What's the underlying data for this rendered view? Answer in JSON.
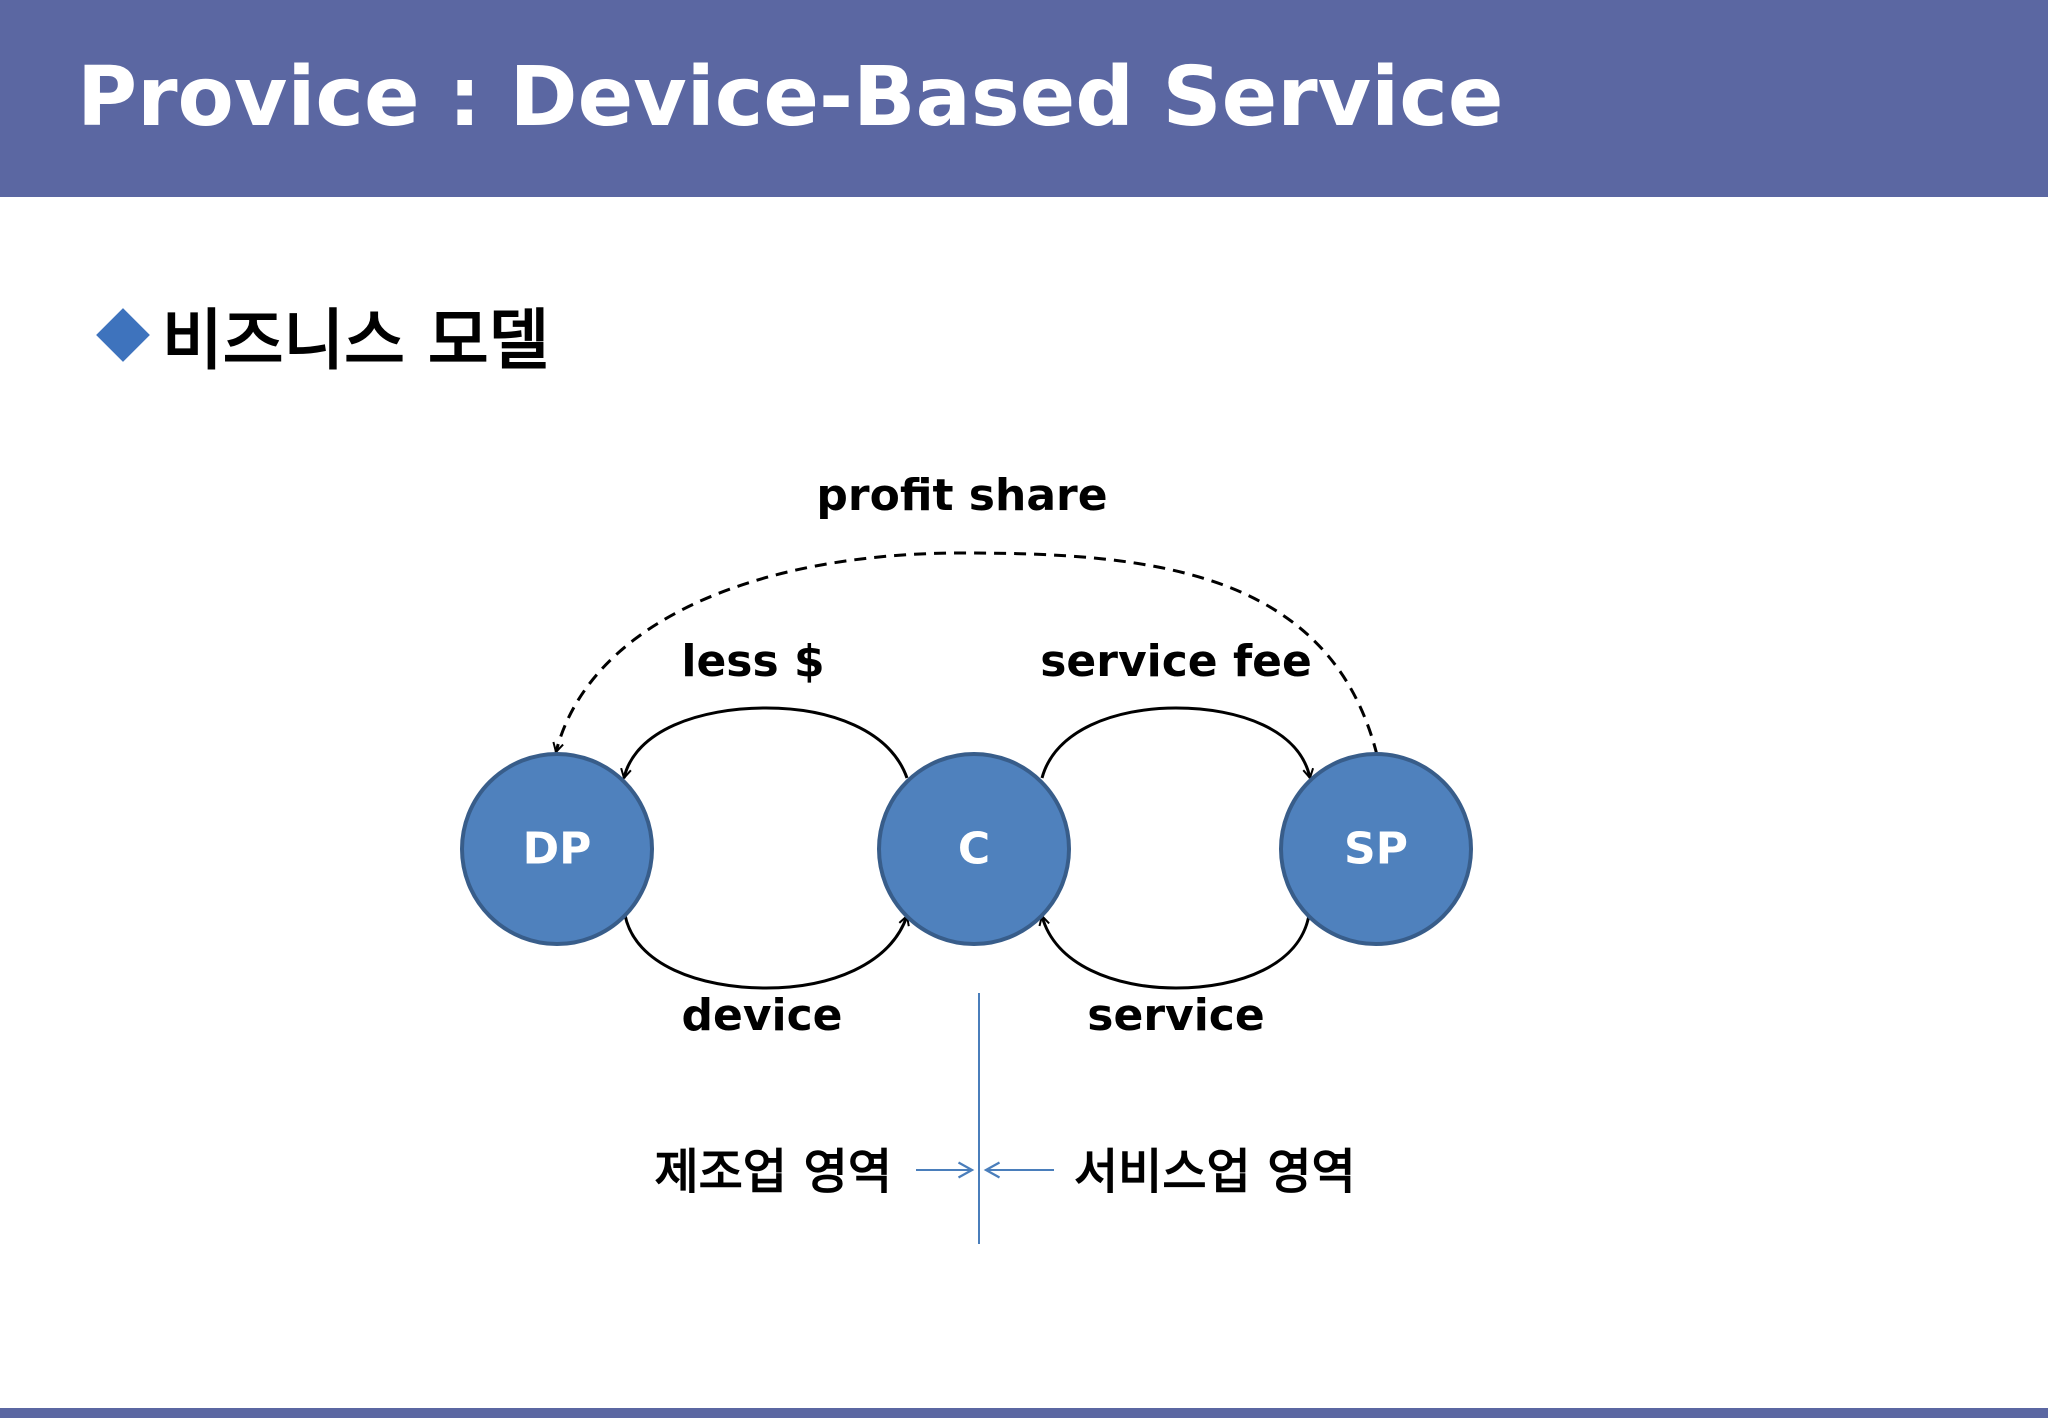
{
  "slide": {
    "title": "Provice : Device-Based Service",
    "heading": "비즈니스 모델"
  },
  "colors": {
    "header_bg": "#5B67A2",
    "bullet": "#3E73BD",
    "node_fill": "#4F81BD",
    "node_stroke": "#385D8A",
    "divider": "#4A7EBB",
    "text_light": "#ffffff",
    "text_dark": "#000000"
  },
  "diagram": {
    "nodes": {
      "dp": "DP",
      "c": "C",
      "sp": "SP"
    },
    "edge_labels": {
      "profit_share": "profit share",
      "less_money": "less $",
      "service_fee": "service fee",
      "device": "device",
      "service": "service"
    },
    "regions": {
      "manufacturing": "제조업 영역",
      "service": "서비스업 영역"
    }
  },
  "icons": [
    "diamond-bullet-icon",
    "arrow-right-icon",
    "arrow-left-icon"
  ]
}
